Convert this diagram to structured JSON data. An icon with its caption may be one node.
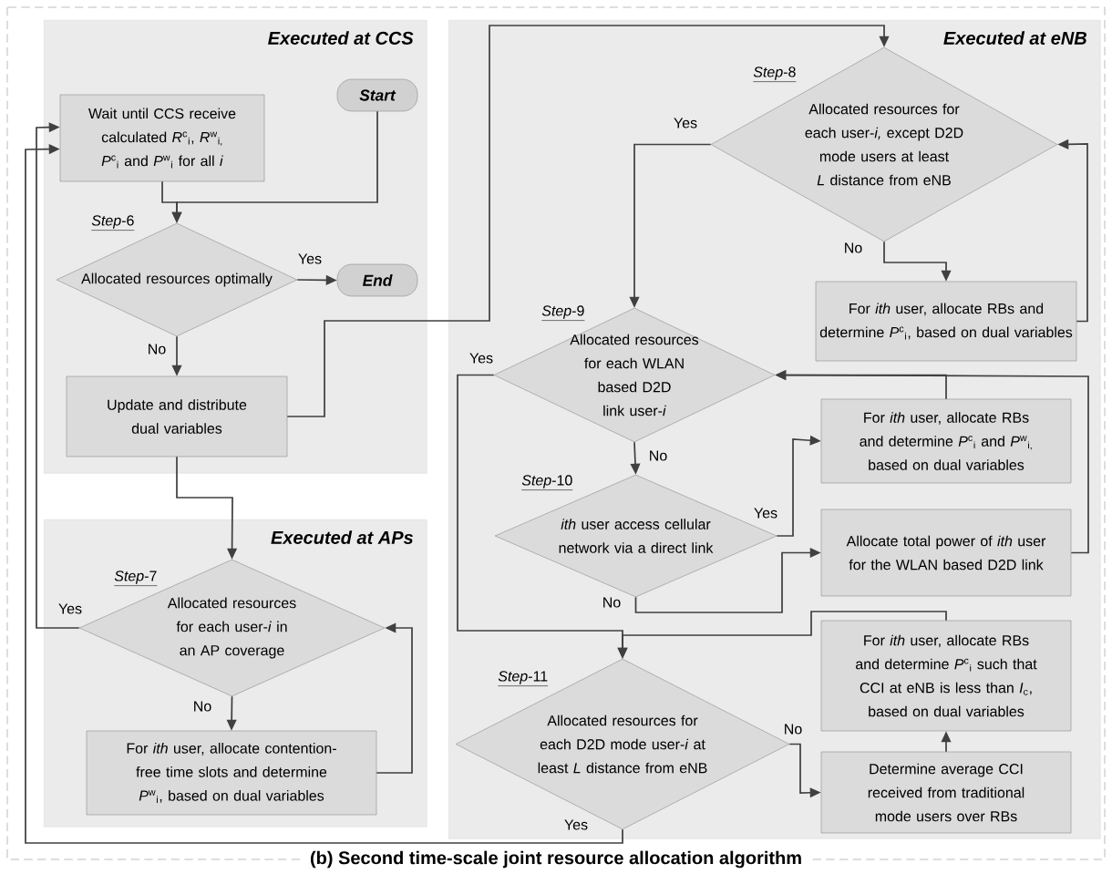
{
  "diagram": {
    "caption": "(b) Second time-scale joint resource allocation algorithm",
    "nodes": [
      {
        "text": [
          "Executed at CCS"
        ]
      },
      {
        "text": [
          "Start"
        ],
        "in": 0
      },
      {
        "text": [
          "Wait until CCS receive calculated *R*$^{c}$$_{i}$, *R*$^{w}$$_{i,}$ *P*$^{c}$$_{i}$ and *P*$^{w}$$_{i}$ for all *i*"
        ],
        "in": 0
      },
      {
        "text": [
          "Allocated resources optimally"
        ],
        "beside": [
          "*Step*-6"
        ],
        "in": 0
      },
      {
        "text": [
          "End"
        ],
        "in": 0
      },
      {
        "text": [
          "Update and distribute dual variables"
        ],
        "in": 0
      },
      {
        "text": [
          "Executed at APs"
        ]
      },
      {
        "text": [
          "Allocated resources for each user-*i* in an AP coverage"
        ],
        "beside": [
          "*Step*-7"
        ],
        "in": 6
      },
      {
        "text": [
          "For *ith* user, allocate contention-free time slots and determine *P*$^{w}$$_{i}$, based on dual variables"
        ],
        "in": 6
      },
      {
        "text": [
          "Executed at eNB"
        ]
      },
      {
        "text": [
          "Allocated resources for each user-*i,* except D2D mode users at least *L* distance from eNB"
        ],
        "beside": [
          "*Step*-8"
        ],
        "in": 9
      },
      {
        "text": [
          "For *ith* user, allocate RBs and determine *P*$^{c}$$_{i}$, based on dual variables"
        ],
        "in": 9
      },
      {
        "text": [
          "Allocated resources for each WLAN based D2D link user-*i*"
        ],
        "beside": [
          "*Step*-9"
        ],
        "in": 9
      },
      {
        "text": [
          "For *ith* user, allocate RBs and determine *P*$^{c}$$_{i}$ and *P*$^{w}$$_{i,}$ based on dual variables"
        ],
        "in": 9
      },
      {
        "text": [
          "*ith* user access cellular network via a direct link"
        ],
        "beside": [
          "*Step*-10"
        ],
        "in": 9
      },
      {
        "text": [
          "Allocate total power of *ith* user for the WLAN based D2D link"
        ],
        "in": 9
      },
      {
        "text": [
          "For *ith* user, allocate RBs and determine *P*$^{c}$$_{i}$ such that CCI at eNB is less than *I*$_{c}$, based on dual variables"
        ],
        "in": 9
      },
      {
        "text": [
          "Allocated resources for each D2D mode user-*i* at least *L* distance from eNB"
        ],
        "beside": [
          "*Step*-11"
        ],
        "in": 9
      },
      {
        "text": [
          "Determine average CCI received from traditional mode users over RBs"
        ],
        "in": 9
      }
    ],
    "edges": [
      {
        "from": 1,
        "to": 3,
        "arrow": "to"
      },
      {
        "from": 2,
        "to": 3,
        "arrow": "to"
      },
      {
        "from": 3,
        "to": 4,
        "arrow": "to",
        "label": "Yes"
      },
      {
        "from": 3,
        "to": 5,
        "arrow": "to",
        "label": "No"
      },
      {
        "from": 5,
        "to": 10,
        "arrow": "to"
      },
      {
        "from": 5,
        "to": 7,
        "arrow": "to"
      },
      {
        "from": 7,
        "to": 2,
        "arrow": "to",
        "label": "Yes"
      },
      {
        "from": 7,
        "to": 8,
        "arrow": "to",
        "label": "No"
      },
      {
        "from": 8,
        "to": 7,
        "arrow": "to"
      },
      {
        "from": 10,
        "to": 12,
        "arrow": "to",
        "label": "Yes"
      },
      {
        "from": 10,
        "to": 11,
        "arrow": "to",
        "label": "No"
      },
      {
        "from": 11,
        "to": 10,
        "arrow": "to"
      },
      {
        "from": 12,
        "to": 17,
        "arrow": "to",
        "label": "Yes"
      },
      {
        "from": 12,
        "to": 14,
        "arrow": "to",
        "label": "No"
      },
      {
        "from": 14,
        "to": 13,
        "arrow": "to",
        "label": "Yes"
      },
      {
        "from": 14,
        "to": 15,
        "arrow": "to",
        "label": "No"
      },
      {
        "from": 13,
        "to": 12,
        "arrow": "to"
      },
      {
        "from": 15,
        "to": 12,
        "arrow": "to"
      },
      {
        "from": 16,
        "to": 17,
        "arrow": "to"
      },
      {
        "from": 17,
        "to": 18,
        "arrow": "to",
        "label": "No"
      },
      {
        "from": 18,
        "to": 16,
        "arrow": "to"
      },
      {
        "from": 17,
        "to": 2,
        "arrow": "to",
        "label": "Yes"
      }
    ]
  }
}
